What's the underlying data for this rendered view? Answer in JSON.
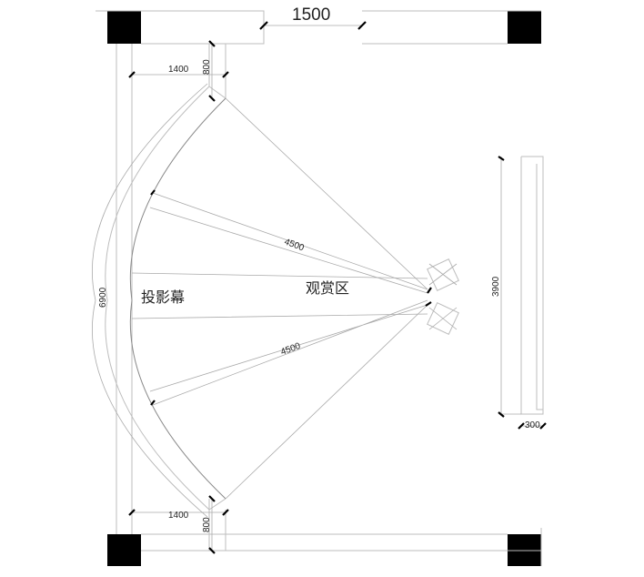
{
  "dimensions": {
    "top_opening": "1500",
    "top_left_offset": "1400",
    "top_depth": "800",
    "bottom_left_offset": "1400",
    "bottom_depth": "800",
    "throw_upper": "4500",
    "throw_lower": "4500",
    "screen_arc": "6900",
    "side_length": "3900",
    "side_width": "300"
  },
  "labels": {
    "screen": "投影幕",
    "viewing_area": "观赏区"
  },
  "colors": {
    "line": "#bdbdbd",
    "column": "#000000"
  }
}
